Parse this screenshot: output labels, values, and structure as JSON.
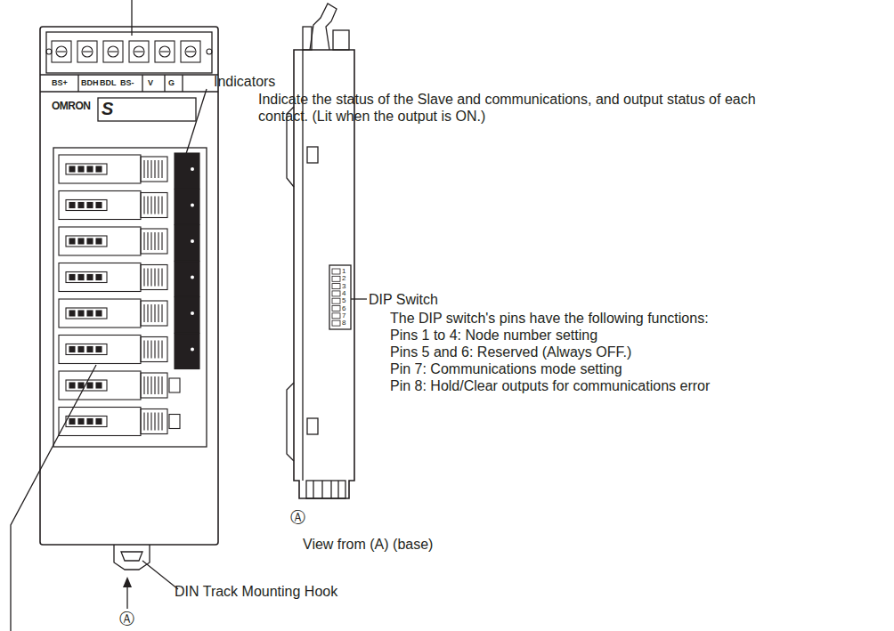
{
  "diagram": {
    "labels": [
      "Indicators",
      "Indicate the status of the Slave and communications, and output status of each contact. (Lit when the output is ON.)",
      "BS+",
      "BDH",
      "BDL",
      "BS-",
      "V",
      "G",
      "OMRON",
      "S",
      "DIP Switch",
      "The DIP switch's pins have the following functions:",
      "Pins 1 to 4: Node number setting",
      "Pins 5 and 6: Reserved (Always OFF.)",
      "Pin 7: Communications mode setting",
      "Pin 8: Hold/Clear outputs for communications error",
      "Ⓐ",
      "View from (A) (base)",
      "Ⓐ",
      "DIN Track Mounting Hook",
      "1",
      "2",
      "3",
      "4",
      "5",
      "6",
      "7",
      "8"
    ]
  }
}
